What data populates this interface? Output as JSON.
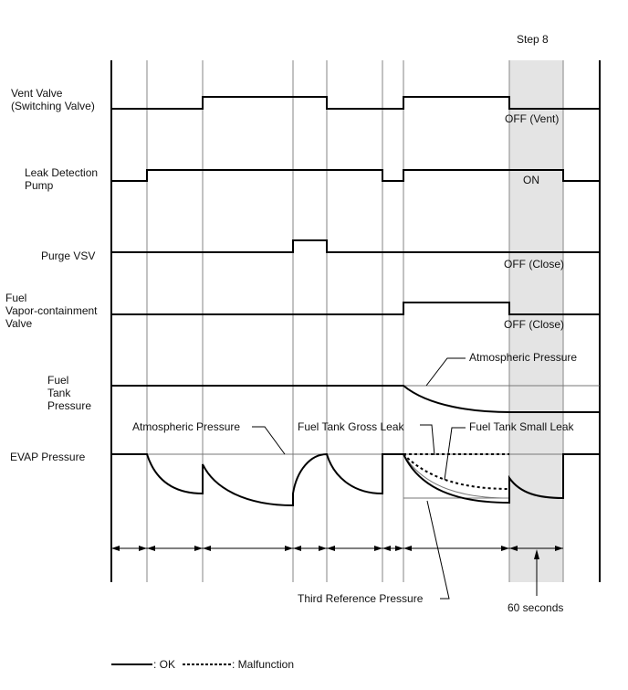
{
  "step_label": "Step 8",
  "signals": {
    "vent_valve": [
      "Vent Valve",
      "(Switching Valve)"
    ],
    "leak_pump": [
      "Leak Detection",
      "Pump"
    ],
    "purge_vsv": [
      "Purge VSV"
    ],
    "vapor_valve": [
      "Fuel",
      "Vapor-containment",
      "Valve"
    ],
    "tank_pressure": [
      "Fuel",
      "Tank",
      "Pressure"
    ],
    "evap_pressure": [
      "EVAP Pressure"
    ]
  },
  "states": {
    "vent": "OFF (Vent)",
    "pump": "ON",
    "purge": "OFF (Close)",
    "vapor": "OFF (Close)"
  },
  "annotations": {
    "atm_tank": "Atmospheric Pressure",
    "atm_evap": "Atmospheric Pressure",
    "gross_leak": "Fuel Tank Gross Leak",
    "small_leak": "Fuel Tank Small Leak",
    "third_ref": "Third Reference Pressure",
    "duration": "60 seconds"
  },
  "legend": {
    "ok": ": OK",
    "malfunction": ": Malfunction"
  }
}
